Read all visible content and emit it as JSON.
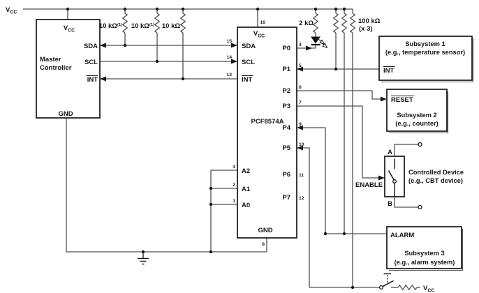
{
  "colors": {
    "wire": "#4f4f4f",
    "ink": "#161616",
    "background": "#ffffff"
  },
  "power": {
    "vcc_base": "V",
    "vcc_sub": "CC"
  },
  "master_controller": {
    "name_line1": "Master",
    "name_line2": "Controller",
    "vcc_base": "V",
    "vcc_sub": "CC",
    "sda": "SDA",
    "scl": "SCL",
    "int": "INT",
    "gnd": "GND"
  },
  "io_expander": {
    "part": "PCF8574A",
    "vcc": {
      "base": "V",
      "sub": "CC",
      "pin": "16"
    },
    "sda": {
      "label": "SDA",
      "pin": "15"
    },
    "scl": {
      "label": "SCL",
      "pin": "14"
    },
    "int": {
      "label": "INT",
      "pin": "13"
    },
    "p0": {
      "label": "P0",
      "pin": "4"
    },
    "p1": {
      "label": "P1",
      "pin": "5"
    },
    "p2": {
      "label": "P2",
      "pin": "6"
    },
    "p3": {
      "label": "P3",
      "pin": "7"
    },
    "p4": {
      "label": "P4",
      "pin": "9"
    },
    "p5": {
      "label": "P5",
      "pin": "10"
    },
    "p6": {
      "label": "P6",
      "pin": "11"
    },
    "p7": {
      "label": "P7",
      "pin": "12"
    },
    "a2": {
      "label": "A2",
      "pin": "3"
    },
    "a1": {
      "label": "A1",
      "pin": "2"
    },
    "a0": {
      "label": "A0",
      "pin": "1"
    },
    "gnd": {
      "label": "GND",
      "pin": "8"
    }
  },
  "resistors": {
    "sda_pullup": {
      "value": "10 kΩ",
      "note": "(1)"
    },
    "scl_pullup": {
      "value": "10 kΩ",
      "note": "(1)"
    },
    "int_pullup": {
      "value": "10 kΩ"
    },
    "led_series": {
      "value": "2 kΩ"
    },
    "port_pullups": {
      "value": "100 kΩ",
      "qty": "(x 3)"
    }
  },
  "subsystem1": {
    "title": "Subsystem 1",
    "subtitle": "(e.g., temperature sensor)",
    "pin": "INT"
  },
  "subsystem2": {
    "title": "Subsystem 2",
    "subtitle": "(e.g., counter)",
    "pin": "RESET"
  },
  "subsystem3": {
    "title": "Subsystem 3",
    "subtitle": "(e.g., alarm system)",
    "pin": "ALARM"
  },
  "controlled_device": {
    "title": "Controlled Device",
    "subtitle": "(e.g., CBT device)",
    "terminal_a": "A",
    "terminal_b": "B",
    "enable": "ENABLE"
  }
}
